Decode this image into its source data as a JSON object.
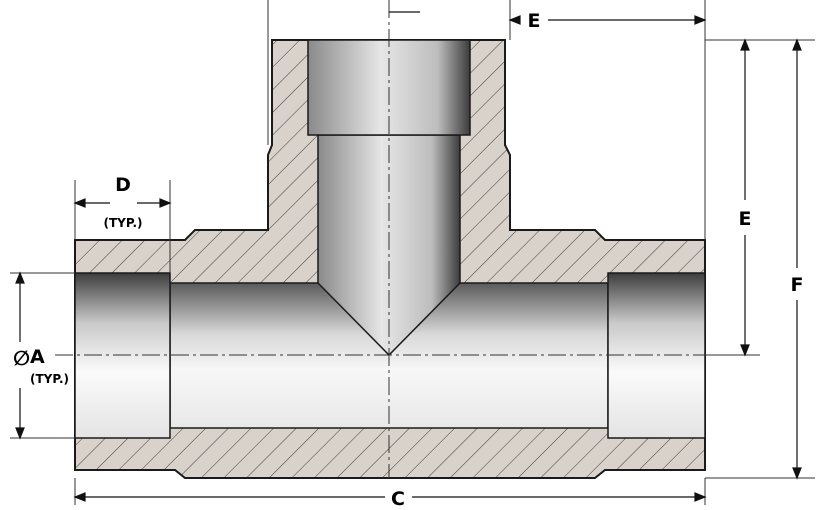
{
  "labels": {
    "e_top": "E",
    "e_side": "E",
    "f": "F",
    "c": "C",
    "d": "D",
    "d_typ": "(TYP.)",
    "a": "A",
    "a_typ": "(TYP.)",
    "diameter_symbol": "∅"
  },
  "colors": {
    "section_fill": "#d9d2cb",
    "hatch": "#3b3b3b",
    "outline": "#1a1a1a",
    "bore_dark": "#4a4a4a",
    "bore_light": "#f4f4f4"
  }
}
